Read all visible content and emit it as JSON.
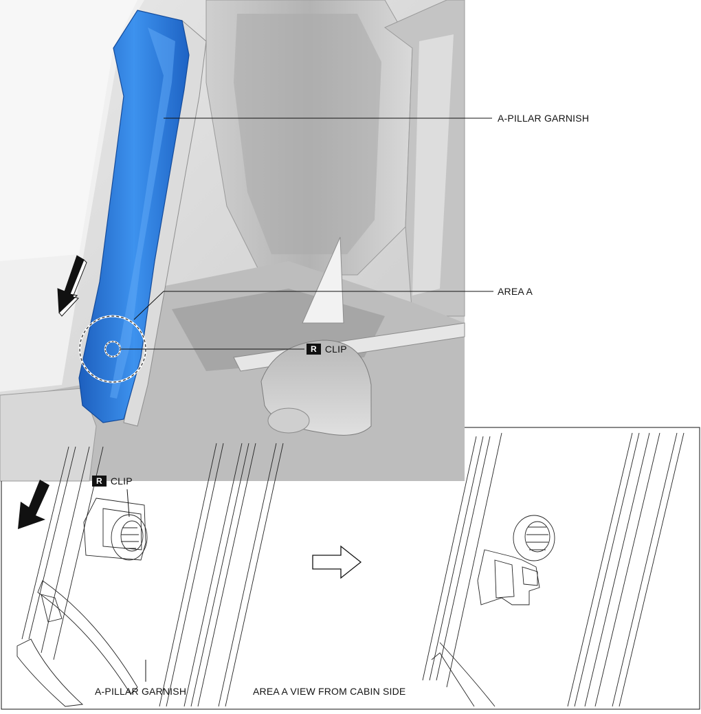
{
  "labels": {
    "a_pillar_garnish_top": "A-PILLAR GARNISH",
    "area_a": "AREA A",
    "clip_top": "CLIP",
    "clip_bottom": "CLIP",
    "a_pillar_garnish_bottom": "A-PILLAR GARNISH",
    "area_a_view": "AREA A VIEW FROM CABIN SIDE"
  },
  "badges": {
    "removable_top": "R",
    "removable_bottom": "R"
  },
  "colors": {
    "garnish_highlight": "#2f7fe0",
    "line_art": "#222222"
  },
  "icons": {
    "removal_direction": "arrow-down-left-icon",
    "sequence_arrow": "arrow-right-outline-icon"
  }
}
